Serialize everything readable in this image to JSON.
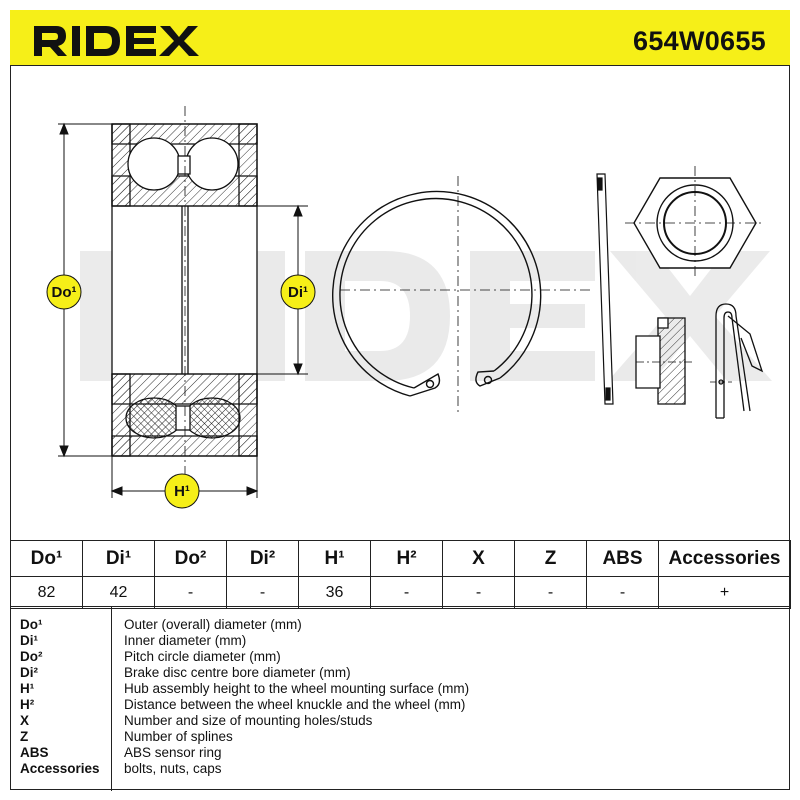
{
  "header": {
    "logo_text": "RIDEX",
    "part_number": "654W0655",
    "background": "#f6ef18"
  },
  "drawing": {
    "watermark_text": "RIDEX",
    "callouts": {
      "outer_diameter": "Do¹",
      "inner_diameter": "Di¹",
      "height": "H¹"
    },
    "callout_color": "#f6ef18",
    "components": [
      "wheel-bearing-section",
      "circlip",
      "circlip-side-view",
      "hex-nut",
      "hub-cap",
      "split-pin"
    ]
  },
  "specs": {
    "columns": [
      "Do¹",
      "Di¹",
      "Do²",
      "Di²",
      "H¹",
      "H²",
      "X",
      "Z",
      "ABS",
      "Accessories"
    ],
    "values": [
      "82",
      "42",
      "-",
      "-",
      "36",
      "-",
      "-",
      "-",
      "-",
      "+"
    ]
  },
  "legend": [
    {
      "key": "Do¹",
      "desc": "Outer (overall) diameter (mm)"
    },
    {
      "key": "Di¹",
      "desc": "Inner diameter (mm)"
    },
    {
      "key": "Do²",
      "desc": "Pitch circle diameter (mm)"
    },
    {
      "key": "Di²",
      "desc": "Brake disc centre bore diameter (mm)"
    },
    {
      "key": "H¹",
      "desc": "Hub assembly height to the wheel mounting surface (mm)"
    },
    {
      "key": "H²",
      "desc": "Distance between the wheel knuckle and the wheel (mm)"
    },
    {
      "key": "X",
      "desc": "Number and size of mounting holes/studs"
    },
    {
      "key": "Z",
      "desc": "Number of splines"
    },
    {
      "key": "ABS",
      "desc": "ABS sensor ring"
    },
    {
      "key": "Accessories",
      "desc": "bolts, nuts, caps"
    }
  ]
}
